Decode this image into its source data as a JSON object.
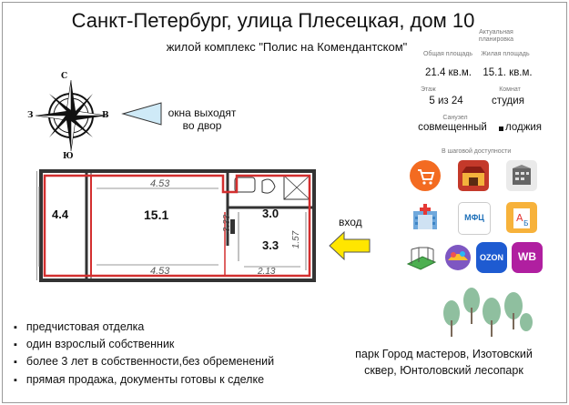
{
  "header": {
    "title": "Санкт-Петербург, улица Плесецкая, дом 10",
    "subtitle": "жилой комплекс \"Полис на Комендантском\""
  },
  "info": {
    "actual_label": "Актуальная планировка",
    "total_area_label": "Общая площадь",
    "total_area_value": "21.4 кв.м.",
    "living_area_label": "Жилая площадь",
    "living_area_value": "15.1. кв.м.",
    "floor_label": "Этаж",
    "floor_value": "5 из 24",
    "rooms_label": "Комнат",
    "rooms_value": "студия",
    "bathroom_label": "Санузел",
    "bathroom_value": "совмещенный",
    "balcony_value": "лоджия",
    "walking_label": "В шаговой доступности"
  },
  "compass": {
    "north": "С",
    "south": "Ю",
    "west": "З",
    "east": "В"
  },
  "window_note": {
    "line1": "окна выходят",
    "line2": "во двор"
  },
  "plan": {
    "loggia_area": "4.4",
    "room_area": "15.1",
    "bath_area": "3.0",
    "hall_area": "3.3",
    "dim_top": "4.53",
    "dim_bottom": "4.53",
    "dim_vertical_left": "3.33",
    "dim_vertical_right": "1.57",
    "dim_hall_bottom": "2.13",
    "entrance": "вход"
  },
  "features": [
    "предчистовая отделка",
    "один взрослый собственник",
    "более 3 лет в собственности,без обременений",
    "прямая продажа, документы готовы к сделке"
  ],
  "parks": {
    "line1": "парк Город мастеров, Изотовский",
    "line2": "сквер, Юнтоловский лесопарк"
  },
  "tiles": {
    "mfc": "МФЦ",
    "ozon": "OZON",
    "wb": "WB"
  },
  "colors": {
    "plan_outline": "#d32f2f",
    "arrow_yellow": "#ffe600",
    "window_arrow": "#cfeaf7"
  }
}
